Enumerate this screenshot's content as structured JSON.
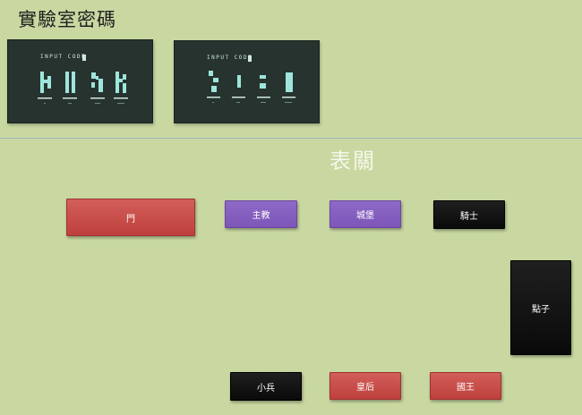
{
  "page_title": "實驗室密碼",
  "code_panels": [
    {
      "label": "INPUT CODE",
      "glyph_set": "cipher-glyphs-1"
    },
    {
      "label": "INPUT CODE",
      "glyph_set": "cipher-glyphs-2"
    }
  ],
  "section_title": "表關",
  "nodes": {
    "gate": "門",
    "bishop": "主教",
    "castle": "城堡",
    "knight": "騎士",
    "idea": "點子",
    "pawn": "小兵",
    "queen": "皇后",
    "king": "國王"
  },
  "colors": {
    "background": "#c9d8a1",
    "panel": "#27332f",
    "glyph": "#9ee6dc",
    "red": "#c8504c",
    "purple": "#8560bf",
    "black": "#111111"
  }
}
